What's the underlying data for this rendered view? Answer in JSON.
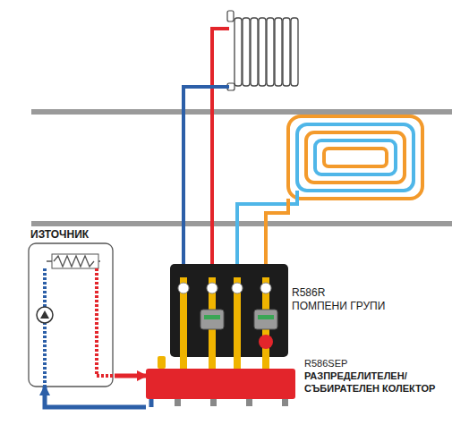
{
  "diagram": {
    "nodes": [
      {
        "text": [
          "ИЗТОЧНИК"
        ]
      },
      {
        "text": [
          "R586R",
          "ПОМПЕНИ ГРУПИ"
        ]
      },
      {
        "text": [
          "R586SEP",
          "РАЗПРЕДЕЛИТЕЛЕН/ СЪБИРАТЕЛЕН КОЛЕКТОР"
        ]
      }
    ],
    "edges": [
      {
        "from": 0,
        "to": 2,
        "arrow": "to"
      },
      {
        "from": 2,
        "to": 0,
        "arrow": "to"
      }
    ]
  }
}
